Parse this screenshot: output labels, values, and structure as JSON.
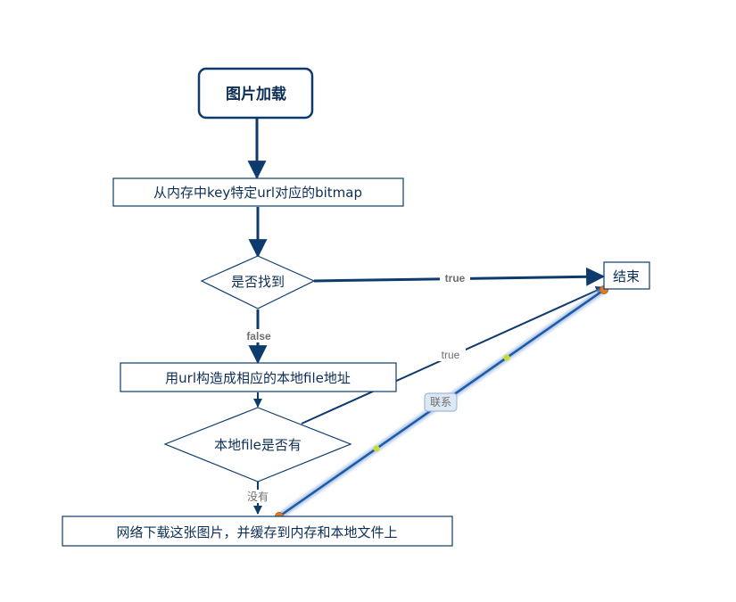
{
  "nodes": {
    "start": {
      "label": "图片加载"
    },
    "lookup": {
      "label": "从内存中key特定url对应的bitmap"
    },
    "found": {
      "label": "是否找到"
    },
    "end": {
      "label": "结束"
    },
    "build_path": {
      "label": "用url构造成相应的本地file地址"
    },
    "local_exists": {
      "label": "本地file是否有"
    },
    "download": {
      "label": "网络下载这张图片，并缓存到内存和本地文件上"
    }
  },
  "edges": {
    "found_true": {
      "label": "true"
    },
    "found_false": {
      "label": "false"
    },
    "local_true": {
      "label": "true"
    },
    "local_none": {
      "label": "没有"
    },
    "link": {
      "label": "联系"
    }
  },
  "colors": {
    "stroke": "#0d3b6e",
    "text": "#0d2f57",
    "link_line": "#1d5aa8",
    "endpoint": "#e07b2a",
    "midpoint": "#c7dc2a"
  }
}
